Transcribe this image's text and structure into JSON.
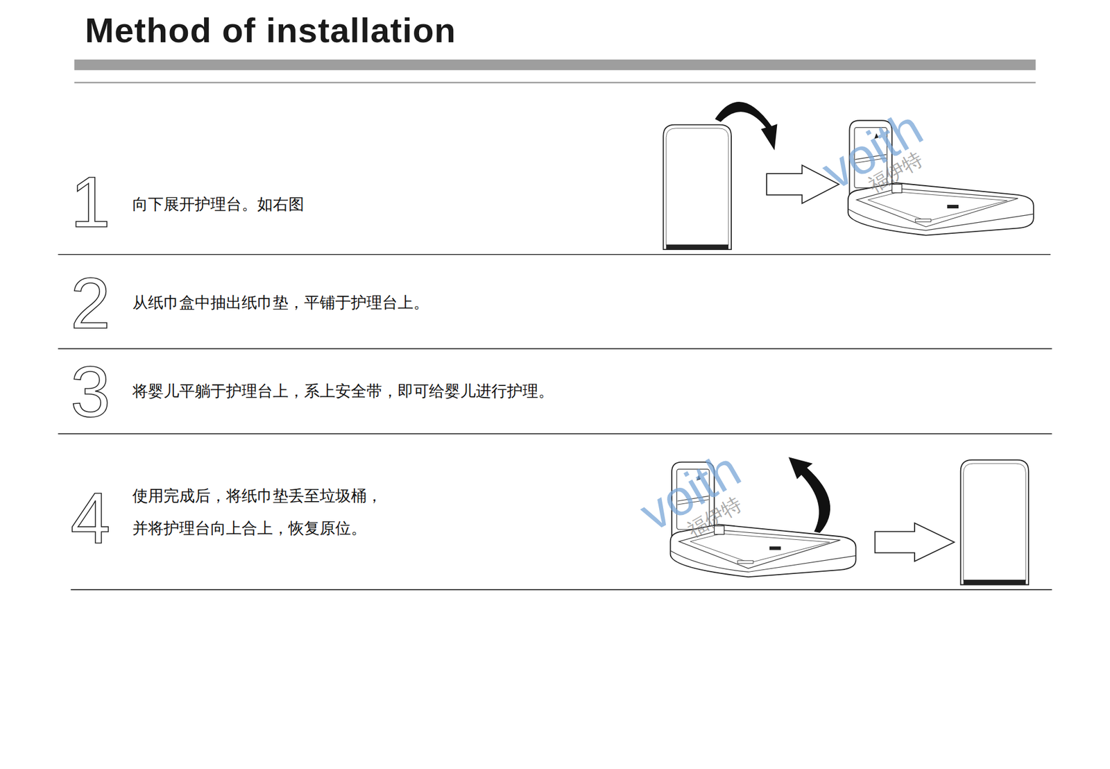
{
  "diagram": {
    "title": "Method of installation",
    "labels": [
      "1",
      "向下展开护理台。如右图",
      "2",
      "从纸巾盒中抽出纸巾垫，平铺于护理台上。",
      "3",
      "将婴儿平躺于护理台上，系上安全带，即可给婴儿进行护理。",
      "4",
      "使用完成后，将纸巾垫丢至垃圾桶， 并将护理台向上合上，恢复原位。",
      "voith",
      "福伊特",
      "voith",
      "福伊特"
    ]
  }
}
